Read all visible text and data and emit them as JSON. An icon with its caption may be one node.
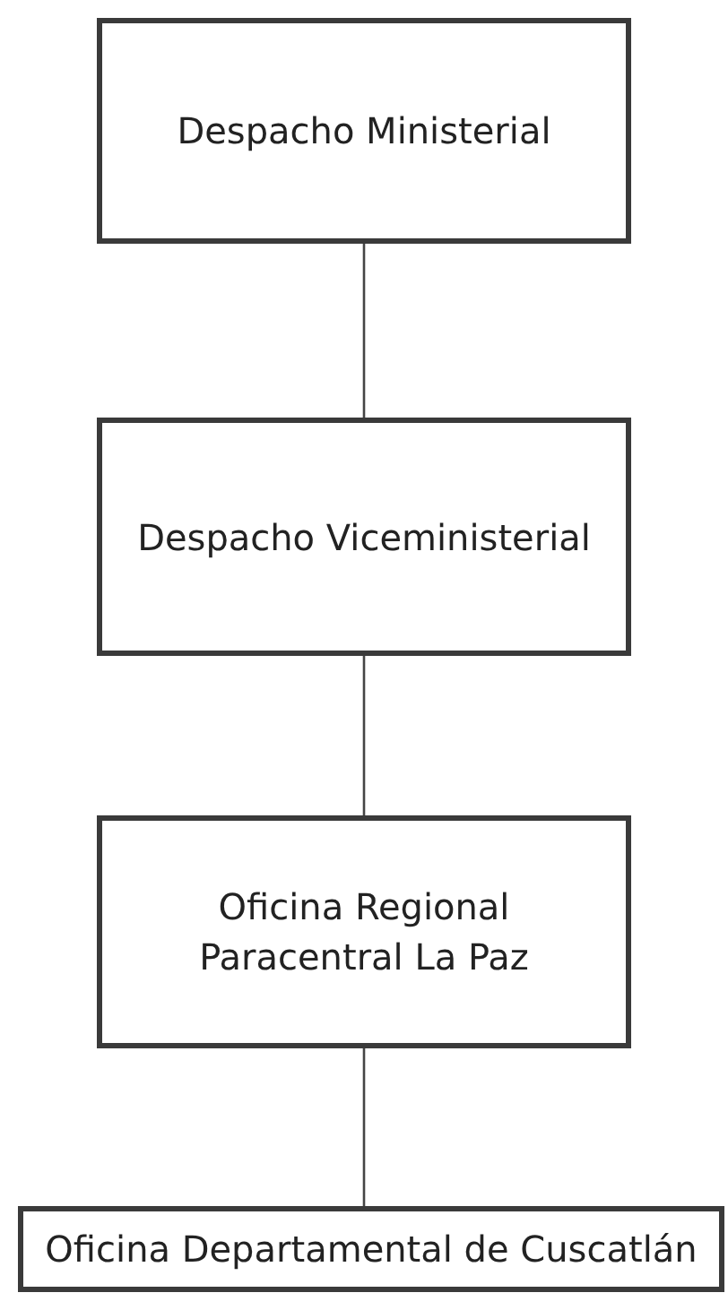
{
  "diagram": {
    "nodes": [
      {
        "text": [
          "Despacho Ministerial"
        ]
      },
      {
        "text": [
          "Despacho Viceministerial"
        ]
      },
      {
        "text": [
          "Oficina Regional Paracentral La Paz"
        ]
      },
      {
        "text": [
          "Oficina Departamental de Cuscatlán"
        ]
      }
    ],
    "edges": [
      {
        "from": 0,
        "to": 1,
        "arrow": "none"
      },
      {
        "from": 1,
        "to": 2,
        "arrow": "none"
      },
      {
        "from": 2,
        "to": 3,
        "arrow": "none"
      }
    ]
  }
}
